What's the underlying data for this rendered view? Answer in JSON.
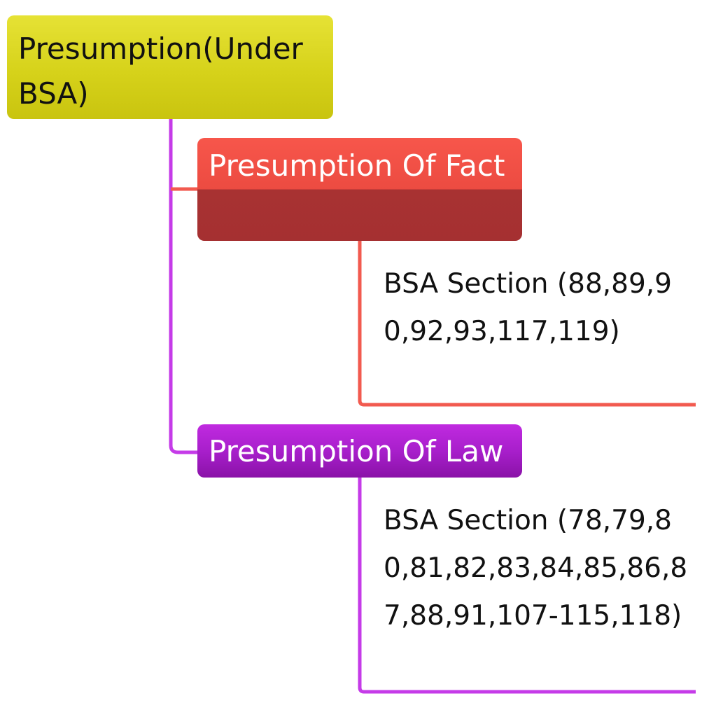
{
  "root": {
    "label": "Presumption(Under BSA)",
    "color": "#d6d21a"
  },
  "branches": [
    {
      "label": "Presumption Of Fact",
      "color": "#ec4b41",
      "connector_color": "#f25a4f",
      "leaf": {
        "label": "BSA Section (88,89,90,92,93,117,119)"
      }
    },
    {
      "label": "Presumption Of Law",
      "color": "#a81fcb",
      "connector_color": "#c53be8",
      "leaf": {
        "label": "BSA Section (78,79,80,81,82,83,84,85,86,87,88,91,107-115,118)"
      }
    }
  ]
}
